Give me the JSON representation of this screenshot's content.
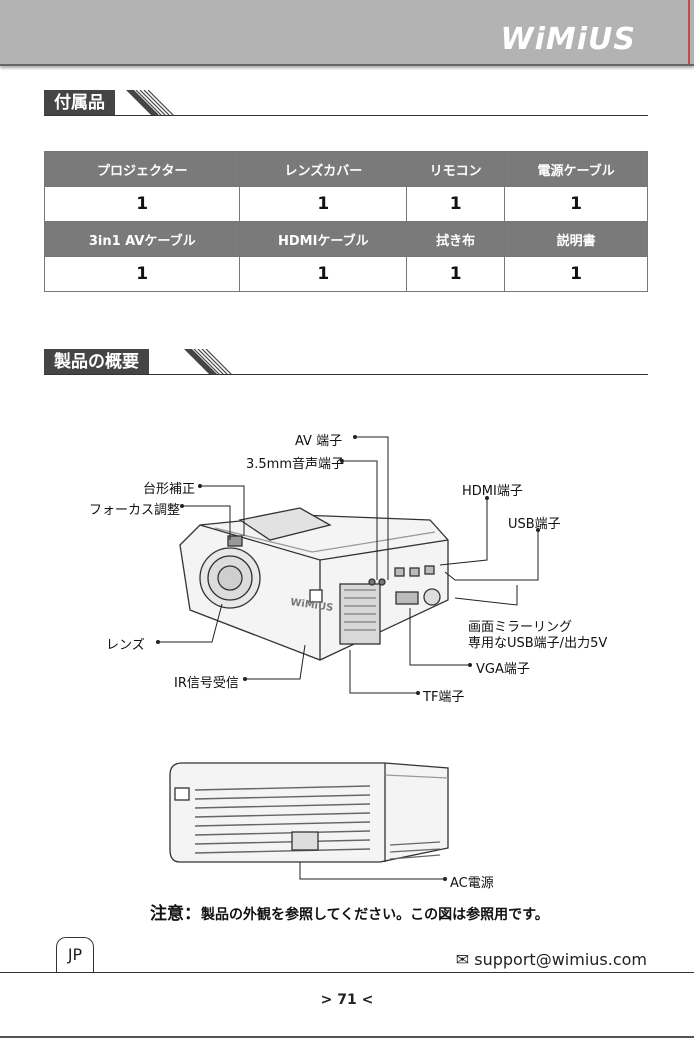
{
  "header": {
    "brand": "WiMiUS"
  },
  "sections": [
    {
      "title": "付属品"
    },
    {
      "title": "製品の概要"
    }
  ],
  "accessories": {
    "rows": [
      {
        "headers": [
          "プロジェクター",
          "レンズカバー",
          "リモコン",
          "電源ケーブル"
        ],
        "values": [
          "1",
          "1",
          "1",
          "1"
        ]
      },
      {
        "headers": [
          "3in1 AVケーブル",
          "HDMIケーブル",
          "拭き布",
          "説明書"
        ],
        "values": [
          "1",
          "1",
          "1",
          "1"
        ]
      }
    ]
  },
  "diagram": {
    "device_logo": "WiMiUS",
    "labels": {
      "av": "AV 端子",
      "audio": "3.5mm音声端子",
      "keystone": "台形補正",
      "focus": "フォーカス調整",
      "hdmi": "HDMI端子",
      "usb": "USB端子",
      "mirror1": "画面ミラーリング",
      "mirror2": "専用なUSB端子/出力5V",
      "lens": "レンズ",
      "ir": "IR信号受信",
      "vga": "VGA端子",
      "tf": "TF端子",
      "ac": "AC電源"
    }
  },
  "note": {
    "prefix": "注意：",
    "text": "製品の外観を参照してください。この図は参照用です。"
  },
  "footer": {
    "lang": "JP",
    "email": "support@wimius.com",
    "page": "> 71 <"
  }
}
